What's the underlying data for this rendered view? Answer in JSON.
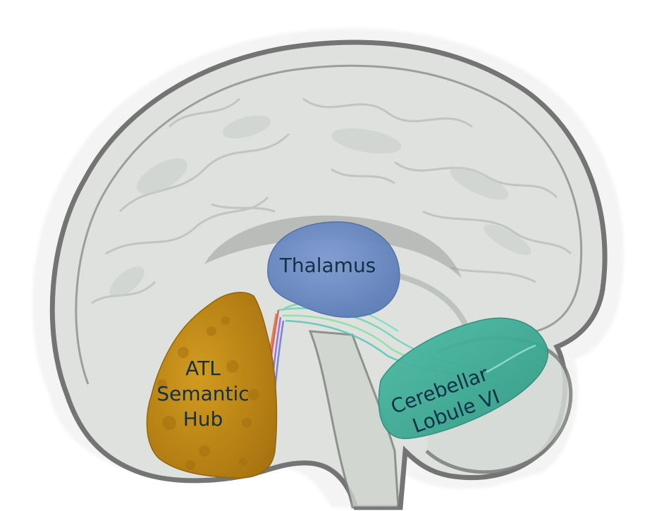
{
  "labels": {
    "thalamus": "Thalamus",
    "atl_line1": "ATL",
    "atl_line2": "Semantic",
    "atl_line3": "Hub",
    "cereb_line1": "Cerebellar",
    "cereb_line2": "Lobule VI"
  },
  "colors": {
    "background": "#ffffff",
    "brain_fill": "#dfe3df",
    "brain_outline": "#6e6e6e",
    "thalamus": "#6b8cc6",
    "atl": "#c48d15",
    "cerebellar_lobule": "#3fae98",
    "label_text": "#123046"
  },
  "regions": [
    "brain-outline",
    "thalamus",
    "atl-semantic-hub",
    "cerebellar-lobule-vi",
    "white-matter-tracts"
  ]
}
